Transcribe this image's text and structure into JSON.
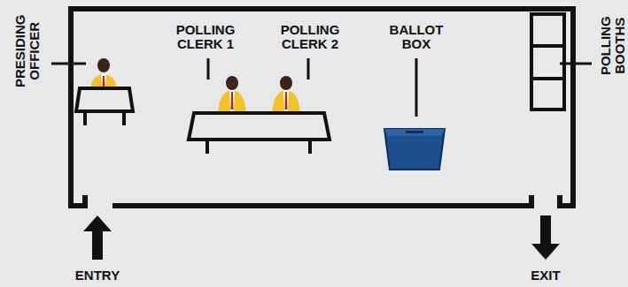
{
  "diagram": {
    "labels": [
      "PRESIDING OFFICER",
      "POLLING CLERK 1",
      "POLLING CLERK 2",
      "BALLOT BOX",
      "POLLING BOOTHS",
      "ENTRY",
      "EXIT"
    ]
  }
}
